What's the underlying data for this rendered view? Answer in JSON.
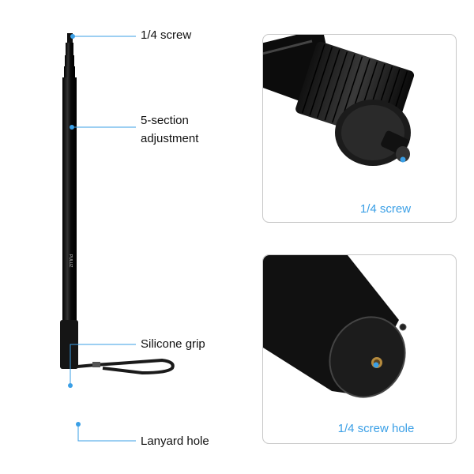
{
  "colors": {
    "accent": "#3a9fe6",
    "panel_border": "#c8c8c8",
    "product": "#111111"
  },
  "callouts": {
    "top_screw": "1/4 screw",
    "sections_line1": "5-section",
    "sections_line2": "adjustment",
    "grip": "Silicone grip",
    "lanyard": "Lanyard hole"
  },
  "brand_logo": "PULUZ",
  "panels": [
    {
      "label": "1/4 screw"
    },
    {
      "label": "1/4 screw hole"
    }
  ]
}
